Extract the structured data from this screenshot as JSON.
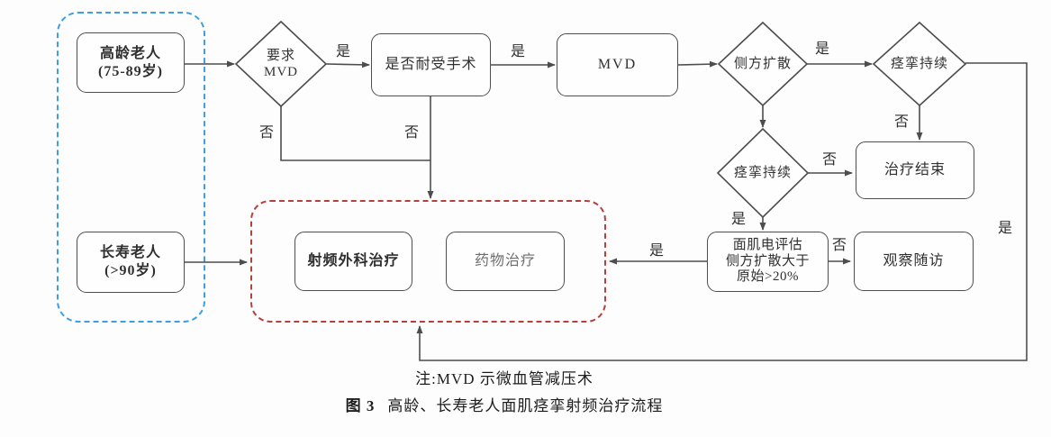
{
  "nodes": {
    "gaoling": {
      "line1": "高龄老人",
      "line2": "(75-89岁)"
    },
    "changshou": {
      "line1": "长寿老人",
      "line2": "(>90岁)"
    },
    "yaoqiu_mvd": {
      "line1": "要求",
      "line2": "MVD"
    },
    "naishou": {
      "label": "是否耐受手术"
    },
    "mvd": {
      "label": "MVD"
    },
    "cefang": {
      "label": "侧方扩散"
    },
    "jingluan_top": {
      "label": "痉挛持续"
    },
    "jingluan_mid": {
      "label": "痉挛持续"
    },
    "zhiliao_jieshu": {
      "label": "治疗结束"
    },
    "mianji": {
      "line1": "面肌电评估",
      "line2": "侧方扩散大于",
      "line3": "原始>20%"
    },
    "guancha": {
      "label": "观察随访"
    },
    "shepin": {
      "label": "射频外科治疗"
    },
    "yaowu": {
      "label": "药物治疗"
    }
  },
  "labels": {
    "yes": "是",
    "no": "否"
  },
  "caption": {
    "note": "注:MVD 示微血管减压术",
    "figure_label": "图 3",
    "figure_title": "高龄、长寿老人面肌痉挛射频治疗流程"
  },
  "colors": {
    "blue_dash": "#3f9fdc",
    "red_dash": "#b5413c",
    "line": "#4d4d4d"
  }
}
